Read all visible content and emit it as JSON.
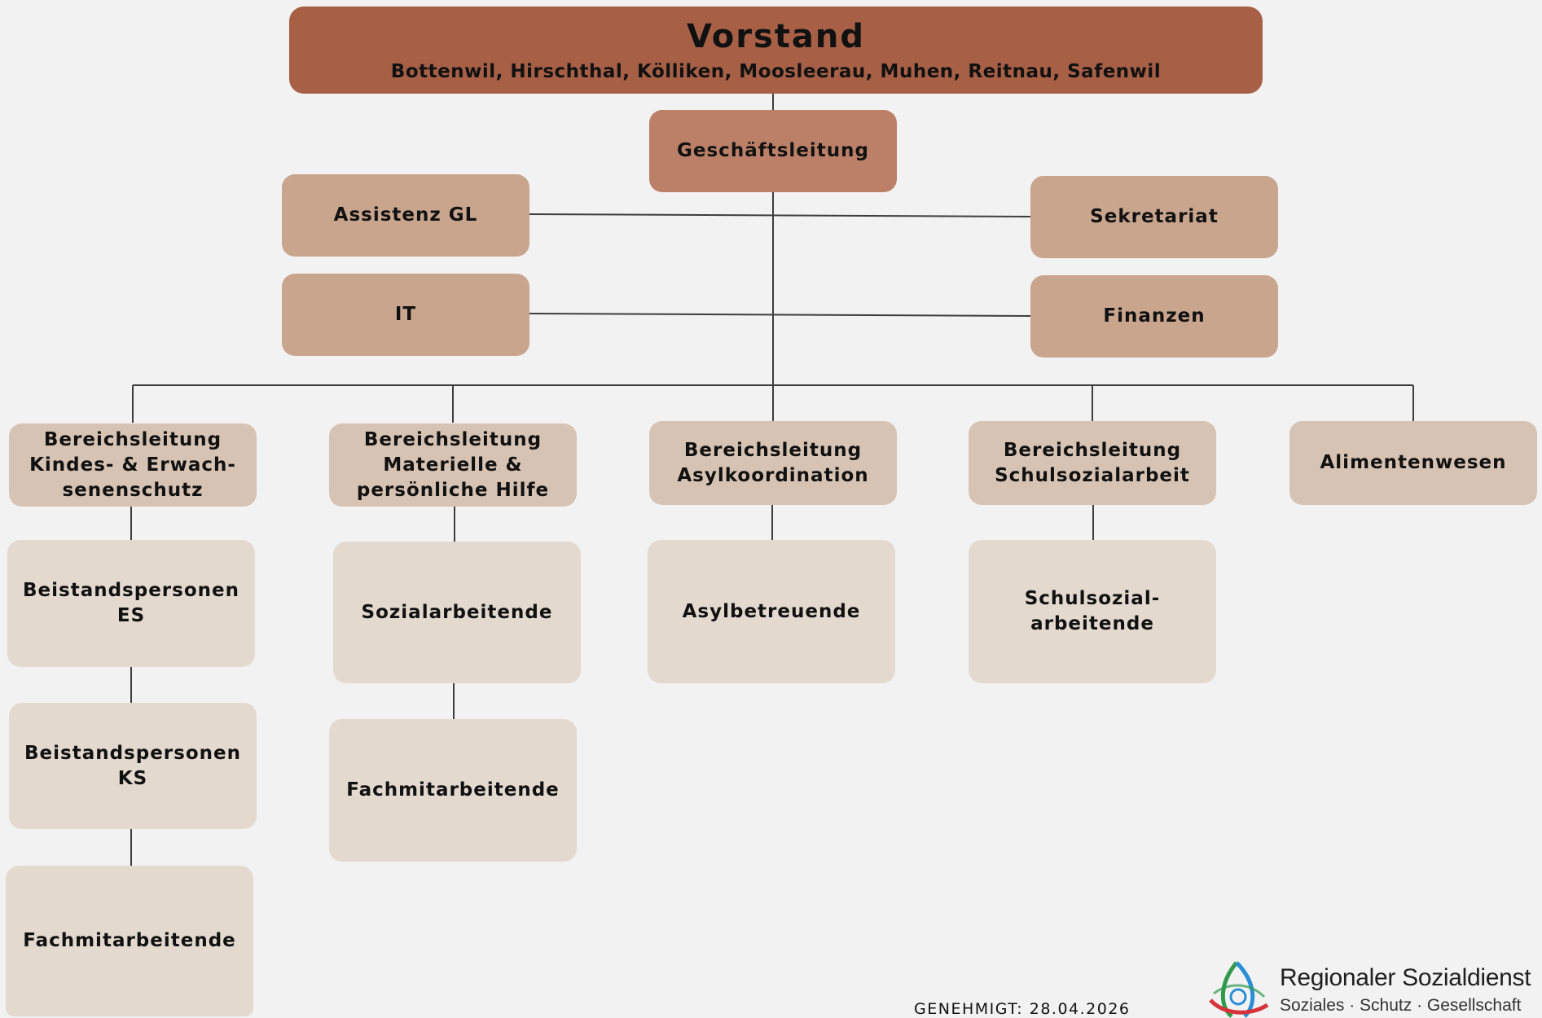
{
  "board": {
    "title": "Vorstand",
    "members": "Bottenwil, Hirschthal, Kölliken, Moosleerau, Muhen, Reitnau, Safenwil"
  },
  "management": "Geschäftsleitung",
  "staff": {
    "assistant": "Assistenz GL",
    "it": "IT",
    "secretariat": "Sekretariat",
    "finance": "Finanzen"
  },
  "departments": [
    {
      "lines": [
        "Bereichsleitung",
        "Kindes- & Erwach-",
        "senenschutz"
      ],
      "teams": [
        [
          "Beistandspersonen",
          "ES"
        ],
        [
          "Beistandspersonen",
          "KS"
        ],
        [
          "Fachmitarbeitende"
        ]
      ]
    },
    {
      "lines": [
        "Bereichsleitung",
        "Materielle &",
        "persönliche Hilfe"
      ],
      "teams": [
        [
          "Sozialarbeitende"
        ],
        [
          "Fachmitarbeitende"
        ]
      ]
    },
    {
      "lines": [
        "Bereichsleitung",
        "Asylkoordination"
      ],
      "teams": [
        [
          "Asylbetreuende"
        ]
      ]
    },
    {
      "lines": [
        "Bereichsleitung",
        "Schulsozialarbeit"
      ],
      "teams": [
        [
          "Schulsozial-",
          "arbeitende"
        ]
      ]
    },
    {
      "lines": [
        "Alimentenwesen"
      ],
      "teams": []
    }
  ],
  "footer": {
    "approved": "GENEHMIGT: 28.04.2026",
    "logo_name": "Regionaler Sozialdienst",
    "logo_tagline": "Soziales · Schutz · Gesellschaft"
  },
  "colors": {
    "board": "#a75f46",
    "management": "#bc8069",
    "staff": "#c9a58e",
    "department": "#d7c3b3",
    "team": "#e3d9cf",
    "background": "#f2f2f2"
  }
}
